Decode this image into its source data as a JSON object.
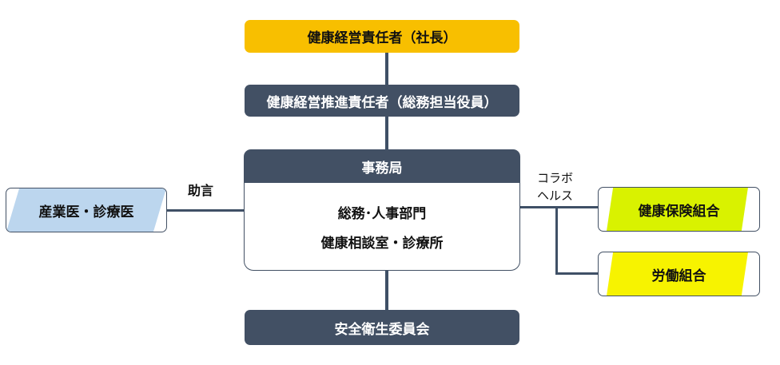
{
  "top": {
    "ceo": "健康経営責任者（社長）",
    "promoter": "健康経営推進責任者（総務担当役員）"
  },
  "center": {
    "title": "事務局",
    "line1": "総務･人事部門",
    "line2": "健康相談室・診療所"
  },
  "bottom": {
    "committee": "安全衛生委員会"
  },
  "left": {
    "box": "産業医・診療医",
    "note": "助言"
  },
  "right": {
    "note1": "コラボ",
    "note2": "ヘルス",
    "insurance": "健康保険組合",
    "union": "労働組合"
  },
  "colors": {
    "dark": "#425064",
    "gold": "#f8bf00",
    "blue": "#bcd6ee",
    "lime": "#d9f200",
    "yellow": "#f7f300"
  }
}
